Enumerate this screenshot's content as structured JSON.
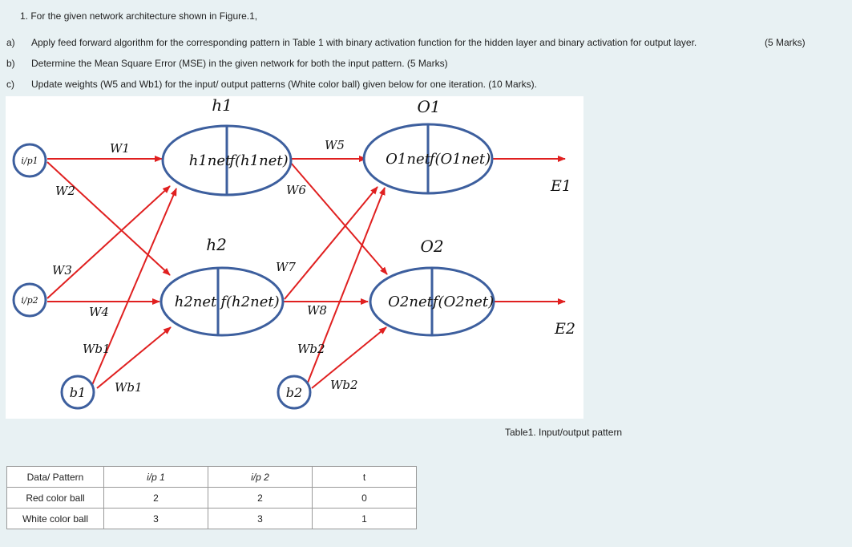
{
  "question": {
    "title": "1. For the given network architecture shown in Figure.1,",
    "items": [
      {
        "label": "a)",
        "text": "Apply feed forward algorithm for the corresponding pattern in Table 1 with binary activation function for the hidden layer and binary activation for output layer."
      },
      {
        "label": "b)",
        "text": "Determine the Mean Square Error (MSE) in the given network for both the input pattern.  (5 Marks)"
      },
      {
        "label": "c)",
        "text": "Update weights (W5 and Wb1) for the input/ output patterns (White color ball) given below for one iteration.  (10 Marks)."
      }
    ],
    "marks_a": "(5 Marks)"
  },
  "figure": {
    "inputs": [
      "i/p1",
      "i/p2"
    ],
    "biases": [
      "b1",
      "b2"
    ],
    "hidden_titles": [
      "h1",
      "h2"
    ],
    "output_titles": [
      "O1",
      "O2"
    ],
    "hidden_cells": [
      [
        "h1net",
        "f(h1net)"
      ],
      [
        "h2net",
        "f(h2net)"
      ]
    ],
    "output_cells": [
      [
        "O1net",
        "f(O1net)"
      ],
      [
        "O2net",
        "f(O2net)"
      ]
    ],
    "errors": [
      "E1",
      "E2"
    ],
    "weights": {
      "W1": "W1",
      "W2": "W2",
      "W3": "W3",
      "W4": "W4",
      "W5": "W5",
      "W6": "W6",
      "W7": "W7",
      "W8": "W8",
      "Wb1_a": "Wb1",
      "Wb1_b": "Wb1",
      "Wb2_a": "Wb2",
      "Wb2_b": "Wb2"
    },
    "colors": {
      "node_border": "#3d5f9e",
      "edge": "#e02020"
    }
  },
  "table": {
    "caption": "Table1. Input/output pattern",
    "headers": [
      "Data/ Pattern",
      "i/p 1",
      "i/p 2",
      "t"
    ],
    "rows": [
      [
        "Red color ball",
        "2",
        "2",
        "0"
      ],
      [
        "White color ball",
        "3",
        "3",
        "1"
      ]
    ]
  }
}
